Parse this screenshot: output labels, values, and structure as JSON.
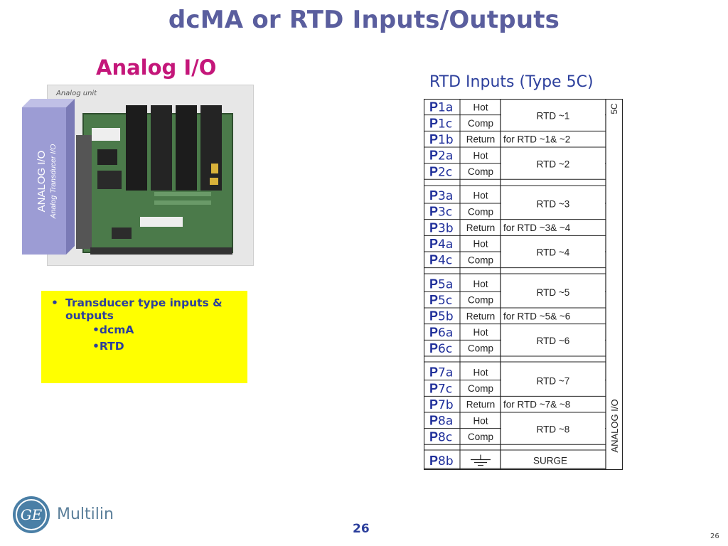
{
  "slide": {
    "title": "dcMA or RTD Inputs/Outputs",
    "subtitle": "Analog I/O",
    "rtd_title": "RTD Inputs (Type 5C)",
    "page_number": "26",
    "page_number_small": "26"
  },
  "photo": {
    "caption": "Analog unit",
    "box_label": "ANALOG I/O",
    "box_sublabel": "Analog Transducer I/O"
  },
  "bullets": {
    "main": "Transducer type inputs & outputs",
    "sub": [
      "•dcmA",
      "•RTD"
    ]
  },
  "table": {
    "module_label": "5C",
    "side_label": "ANALOG I/O",
    "rows": [
      {
        "pin": "1a",
        "func": "Hot",
        "desc": "RTD ~1"
      },
      {
        "pin": "1c",
        "func": "Comp",
        "desc": ""
      },
      {
        "pin": "1b",
        "func": "Return",
        "desc": "for RTD ~1& ~2"
      },
      {
        "pin": "2a",
        "func": "Hot",
        "desc": "RTD ~2"
      },
      {
        "pin": "2c",
        "func": "Comp",
        "desc": ""
      },
      {
        "pin": "3a",
        "func": "Hot",
        "desc": "RTD ~3"
      },
      {
        "pin": "3c",
        "func": "Comp",
        "desc": ""
      },
      {
        "pin": "3b",
        "func": "Return",
        "desc": "for RTD ~3& ~4"
      },
      {
        "pin": "4a",
        "func": "Hot",
        "desc": "RTD ~4"
      },
      {
        "pin": "4c",
        "func": "Comp",
        "desc": ""
      },
      {
        "pin": "5a",
        "func": "Hot",
        "desc": "RTD ~5"
      },
      {
        "pin": "5c",
        "func": "Comp",
        "desc": ""
      },
      {
        "pin": "5b",
        "func": "Return",
        "desc": "for RTD ~5& ~6"
      },
      {
        "pin": "6a",
        "func": "Hot",
        "desc": "RTD ~6"
      },
      {
        "pin": "6c",
        "func": "Comp",
        "desc": ""
      },
      {
        "pin": "7a",
        "func": "Hot",
        "desc": "RTD ~7"
      },
      {
        "pin": "7c",
        "func": "Comp",
        "desc": ""
      },
      {
        "pin": "7b",
        "func": "Return",
        "desc": "for RTD ~7& ~8"
      },
      {
        "pin": "8a",
        "func": "Hot",
        "desc": "RTD ~8"
      },
      {
        "pin": "8c",
        "func": "Comp",
        "desc": ""
      },
      {
        "pin": "8b",
        "func": "",
        "desc": "SURGE"
      }
    ]
  },
  "logo": {
    "text": "Multilin",
    "mark": "GE"
  }
}
